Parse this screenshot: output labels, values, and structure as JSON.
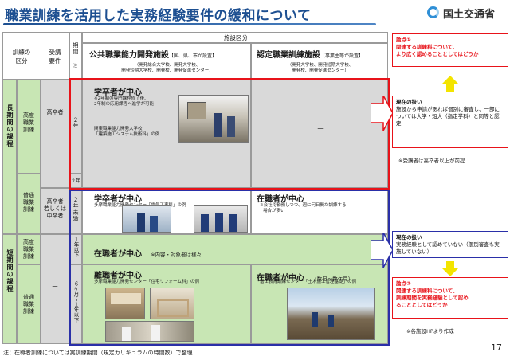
{
  "header": {
    "title": "職業訓練を活用した実務経験要件の緩和について",
    "ministry": "国土交通省"
  },
  "table": {
    "col_headers": {
      "training_type": "訓練の\n区分",
      "requirement": "受講\n要件",
      "period": "期間",
      "period_note": "注",
      "facility": "施設区分"
    },
    "public_facility": {
      "title": "公共職業能力開発施設",
      "title_suffix": "【国、県、市が設置】",
      "sub1": "（開発総合大学校、開発大学校、",
      "sub2": "開発短期大学校、開発校、開発促進センター）"
    },
    "certified_facility": {
      "title": "認定職業訓練施設",
      "title_suffix": "【事業主等が設置】",
      "sub1": "（開発大学校、開発短期大学校、",
      "sub2": "開発校、開発促進センター）"
    },
    "long_term": "長期間の課程",
    "short_term": "短期間の課程",
    "advanced_long": "高度\n職業\n訓練",
    "general_long": "普通\n職業\n訓練",
    "advanced_short": "高度\n職業\n訓練",
    "general_short": "普通\n職業\n訓練",
    "req_hs": "高卒者",
    "req_hs_or_jh": "高卒者\n若しくは\n中卒者",
    "req_none": "－",
    "period_2y": "２年",
    "period_2y_b": "２年",
    "period_under2y": "２年未満",
    "period_1y": "１年以下",
    "period_6m1y": "６ケ月〜１年以下",
    "row1": {
      "label": "学卒者が中心",
      "note1": "※2年制の専門課程修了後、",
      "note2": "2年制の応用課程へ進学が可能",
      "ex1": "関東職業能力開発大学校",
      "ex2": "「建築施工システム技術科」の例",
      "cert": "－"
    },
    "row2": {
      "label": "学卒者が中心",
      "ex": "多摩職業能力開発センター「電気工事科」の例",
      "cert_label": "在職者が中心",
      "cert_note1": "※会社で勤務しつつ、週に何日間か訓練する",
      "cert_note2": "場合が多い"
    },
    "row3": {
      "label": "在職者が中心",
      "note": "※内容・対象者は様々"
    },
    "row4": {
      "label": "離職者が中心",
      "ex": "多摩職業能力開発センター「住宅リフォーム科」の例",
      "cert_label": "在職者が中心",
      "cert_period": "（数日～数ケ月）",
      "cert_ex": "富士教育訓練センター「土木施工管理基礎」の例"
    }
  },
  "side": {
    "point1_title": "論点①",
    "point1_body": "関連する訓練科について、\nより広く認めることとしてはどうか",
    "current1_title": "現在の扱い",
    "current1_body": "施設から申請があれば個別に審査し、一部については大学・短大（指定学科）と同等と認定",
    "current1_note": "※受講者は高卒者以上が前提",
    "current2_title": "現在の扱い",
    "current2_body": "実務経験として認めていない（個別審査も実施していない）",
    "point2_title": "論点②",
    "point2_body": "関連する訓練科について、\n訓練期間を実務経験として認め\nることとしてはどうか",
    "source_note": "※各施設HPより作成"
  },
  "footer": {
    "note": "注：在職者訓練については実訓練期間（規定カリキュラムの時間数）で整理",
    "page": "17"
  },
  "colors": {
    "title_blue": "#1d4f91",
    "red": "#e8131a",
    "blue": "#2a2fa8",
    "green_fill": "#c8e6b4",
    "gray_fill": "#d9d9d9",
    "yellow": "#f3e400"
  }
}
